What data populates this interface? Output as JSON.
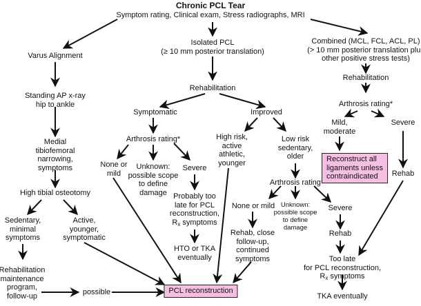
{
  "diagram": {
    "title": "Chronic PCL Tear",
    "assessment": "Symptom rating, Clinical exam, Stress radiographs, MRI",
    "left_branch": {
      "varus": "Varus Alignment",
      "xray": [
        "Standing AP x-ray",
        "hip to ankle"
      ],
      "medial": [
        "Medial",
        "tibiofemoral",
        "narrowing,",
        "symptoms"
      ],
      "hto": "High tibial osteotomy",
      "sedentary": [
        "Sedentary,",
        "minimal",
        "symptoms"
      ],
      "active": [
        "Active,",
        "younger,",
        "symptomatic"
      ],
      "rehab_maint": [
        "Rehabilitation",
        "maintenance",
        "program,",
        "follow-up"
      ],
      "possible": "possible"
    },
    "center_branch": {
      "isolated": [
        "Isolated PCL",
        "(≥ 10 mm posterior translation)"
      ],
      "rehab": "Rehabilitation",
      "symptomatic": "Symptomatic",
      "arthrosis": "Arthrosis rating*",
      "none_mild": [
        "None or",
        "mild"
      ],
      "unknown": [
        "Unknown:",
        "possible scope",
        "to define",
        "damage"
      ],
      "severe": "Severe",
      "too_late": [
        "Probably too",
        "late for PCL",
        "reconstruction,"
      ],
      "rx": "R",
      "rx_sub": "x",
      "rx_rest": " symptoms",
      "hto_tka": [
        "HTO or TKA",
        "eventually"
      ],
      "improved": "Improved",
      "high_risk": [
        "High risk,",
        "active",
        "athletic,",
        "younger"
      ],
      "low_risk": [
        "Low risk",
        "sedentary,",
        "older"
      ],
      "arthrosis2": "Arthrosis rating*",
      "none_mild2": "None or mild",
      "unknown2": [
        "Unknown:",
        "possible scope",
        "to define",
        "damage"
      ],
      "severe2": "Severe",
      "rehab_close": [
        "Rehab, close",
        "follow-up,",
        "continued",
        "symptoms"
      ],
      "rehab2": "Rehab",
      "pcl_reconstruction": "PCL reconstruction"
    },
    "right_branch": {
      "combined": [
        "Combined (MCL, FCL, ACL, PL)",
        "(> 10 mm posterior translation plus",
        "other positive stress tests)"
      ],
      "rehab": "Rehabilitation",
      "arthrosis": "Arthrosis rating*",
      "mild_mod": [
        "Mild,",
        "moderate"
      ],
      "severe": "Severe",
      "reconstruct_all": [
        "Reconstruct all",
        "ligaments unless",
        "contraindicated"
      ],
      "rehab2": "Rehab",
      "too_late": [
        "Too late",
        "for PCL reconstruction,"
      ],
      "rx": "R",
      "rx_sub": "x",
      "rx_rest": " symptoms",
      "tka": "TKA eventually"
    },
    "colors": {
      "highlight_box": "#f7bfe3",
      "stroke": "#111111"
    }
  }
}
